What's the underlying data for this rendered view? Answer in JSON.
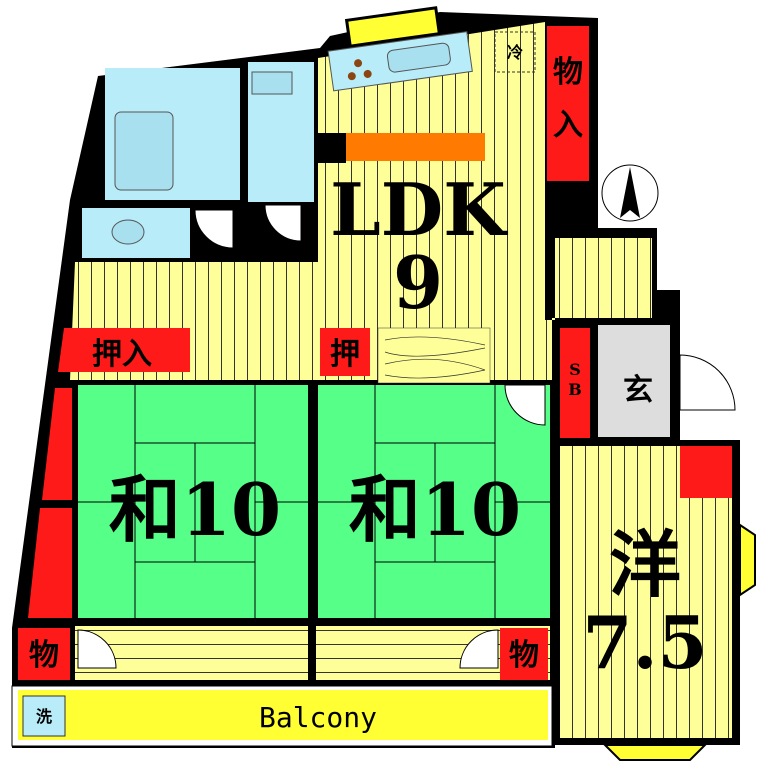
{
  "colors": {
    "floor_yellow": "#ffff99",
    "stripe": "#333333",
    "tatami_green": "#55ff88",
    "closet_red": "#ff1a1a",
    "bath_blue": "#b8ecf8",
    "balcony_yellow": "#ffff33",
    "entrance_gray": "#dddddd",
    "counter_orange": "#ff7a00",
    "wall": "#000000"
  },
  "rooms": {
    "ldk": {
      "label": "LDK",
      "size": "9"
    },
    "washitsu_left": {
      "label": "和10"
    },
    "washitsu_right": {
      "label": "和10"
    },
    "western": {
      "label": "洋",
      "size": "7.5"
    },
    "entrance": {
      "label": "玄"
    },
    "balcony": {
      "label": "Balcony"
    }
  },
  "storage": {
    "oshiire_left": "押入",
    "oshiire_right": "押",
    "monoire_top": [
      "物",
      "入"
    ],
    "mono_left": "物",
    "mono_right": "物",
    "shoe_box": [
      "S",
      "B"
    ]
  },
  "fixtures": {
    "fridge": "冷",
    "washer": "洗"
  },
  "compass": {
    "direction": "north"
  }
}
